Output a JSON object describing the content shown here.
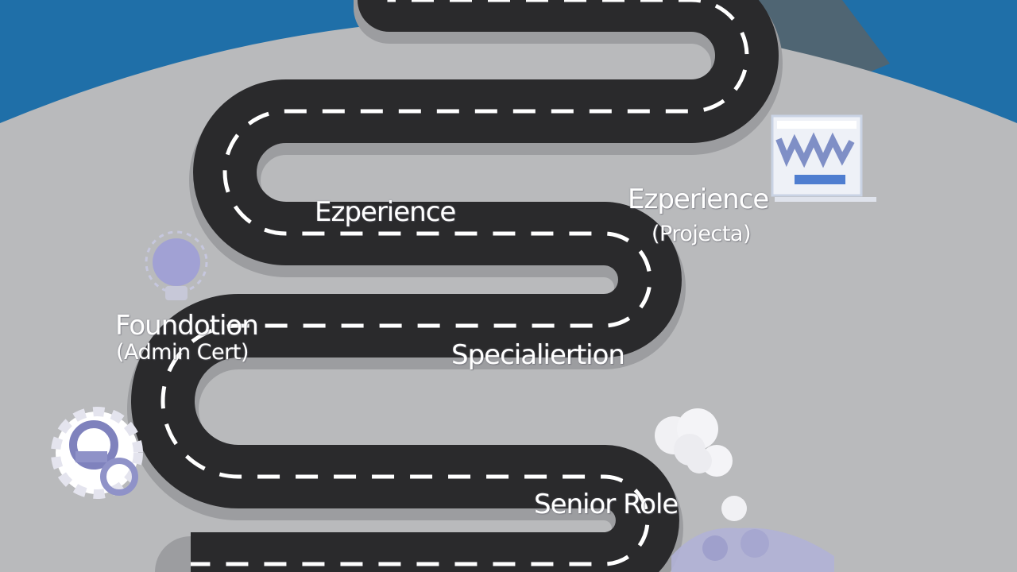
{
  "milestones": {
    "experience_left": "Ezperience",
    "experience_right": "Ezperience",
    "projects": "(Projecta)",
    "foundation": "Foundotion",
    "admin_cert": "(Admin Cert)",
    "specialization": "Specialiertion",
    "senior_role": "Senior Role"
  },
  "colors": {
    "sky": "#1f6fa8",
    "ground": "#b9babc",
    "road": "#2a2a2c",
    "lane_dash": "#ffffff",
    "mountain": "#4f6573",
    "icon_accent": "#8e8fc8"
  },
  "icons": [
    "lightbulb-icon",
    "gear-icon",
    "laptop-icon",
    "cloud-icon",
    "group-icon"
  ]
}
